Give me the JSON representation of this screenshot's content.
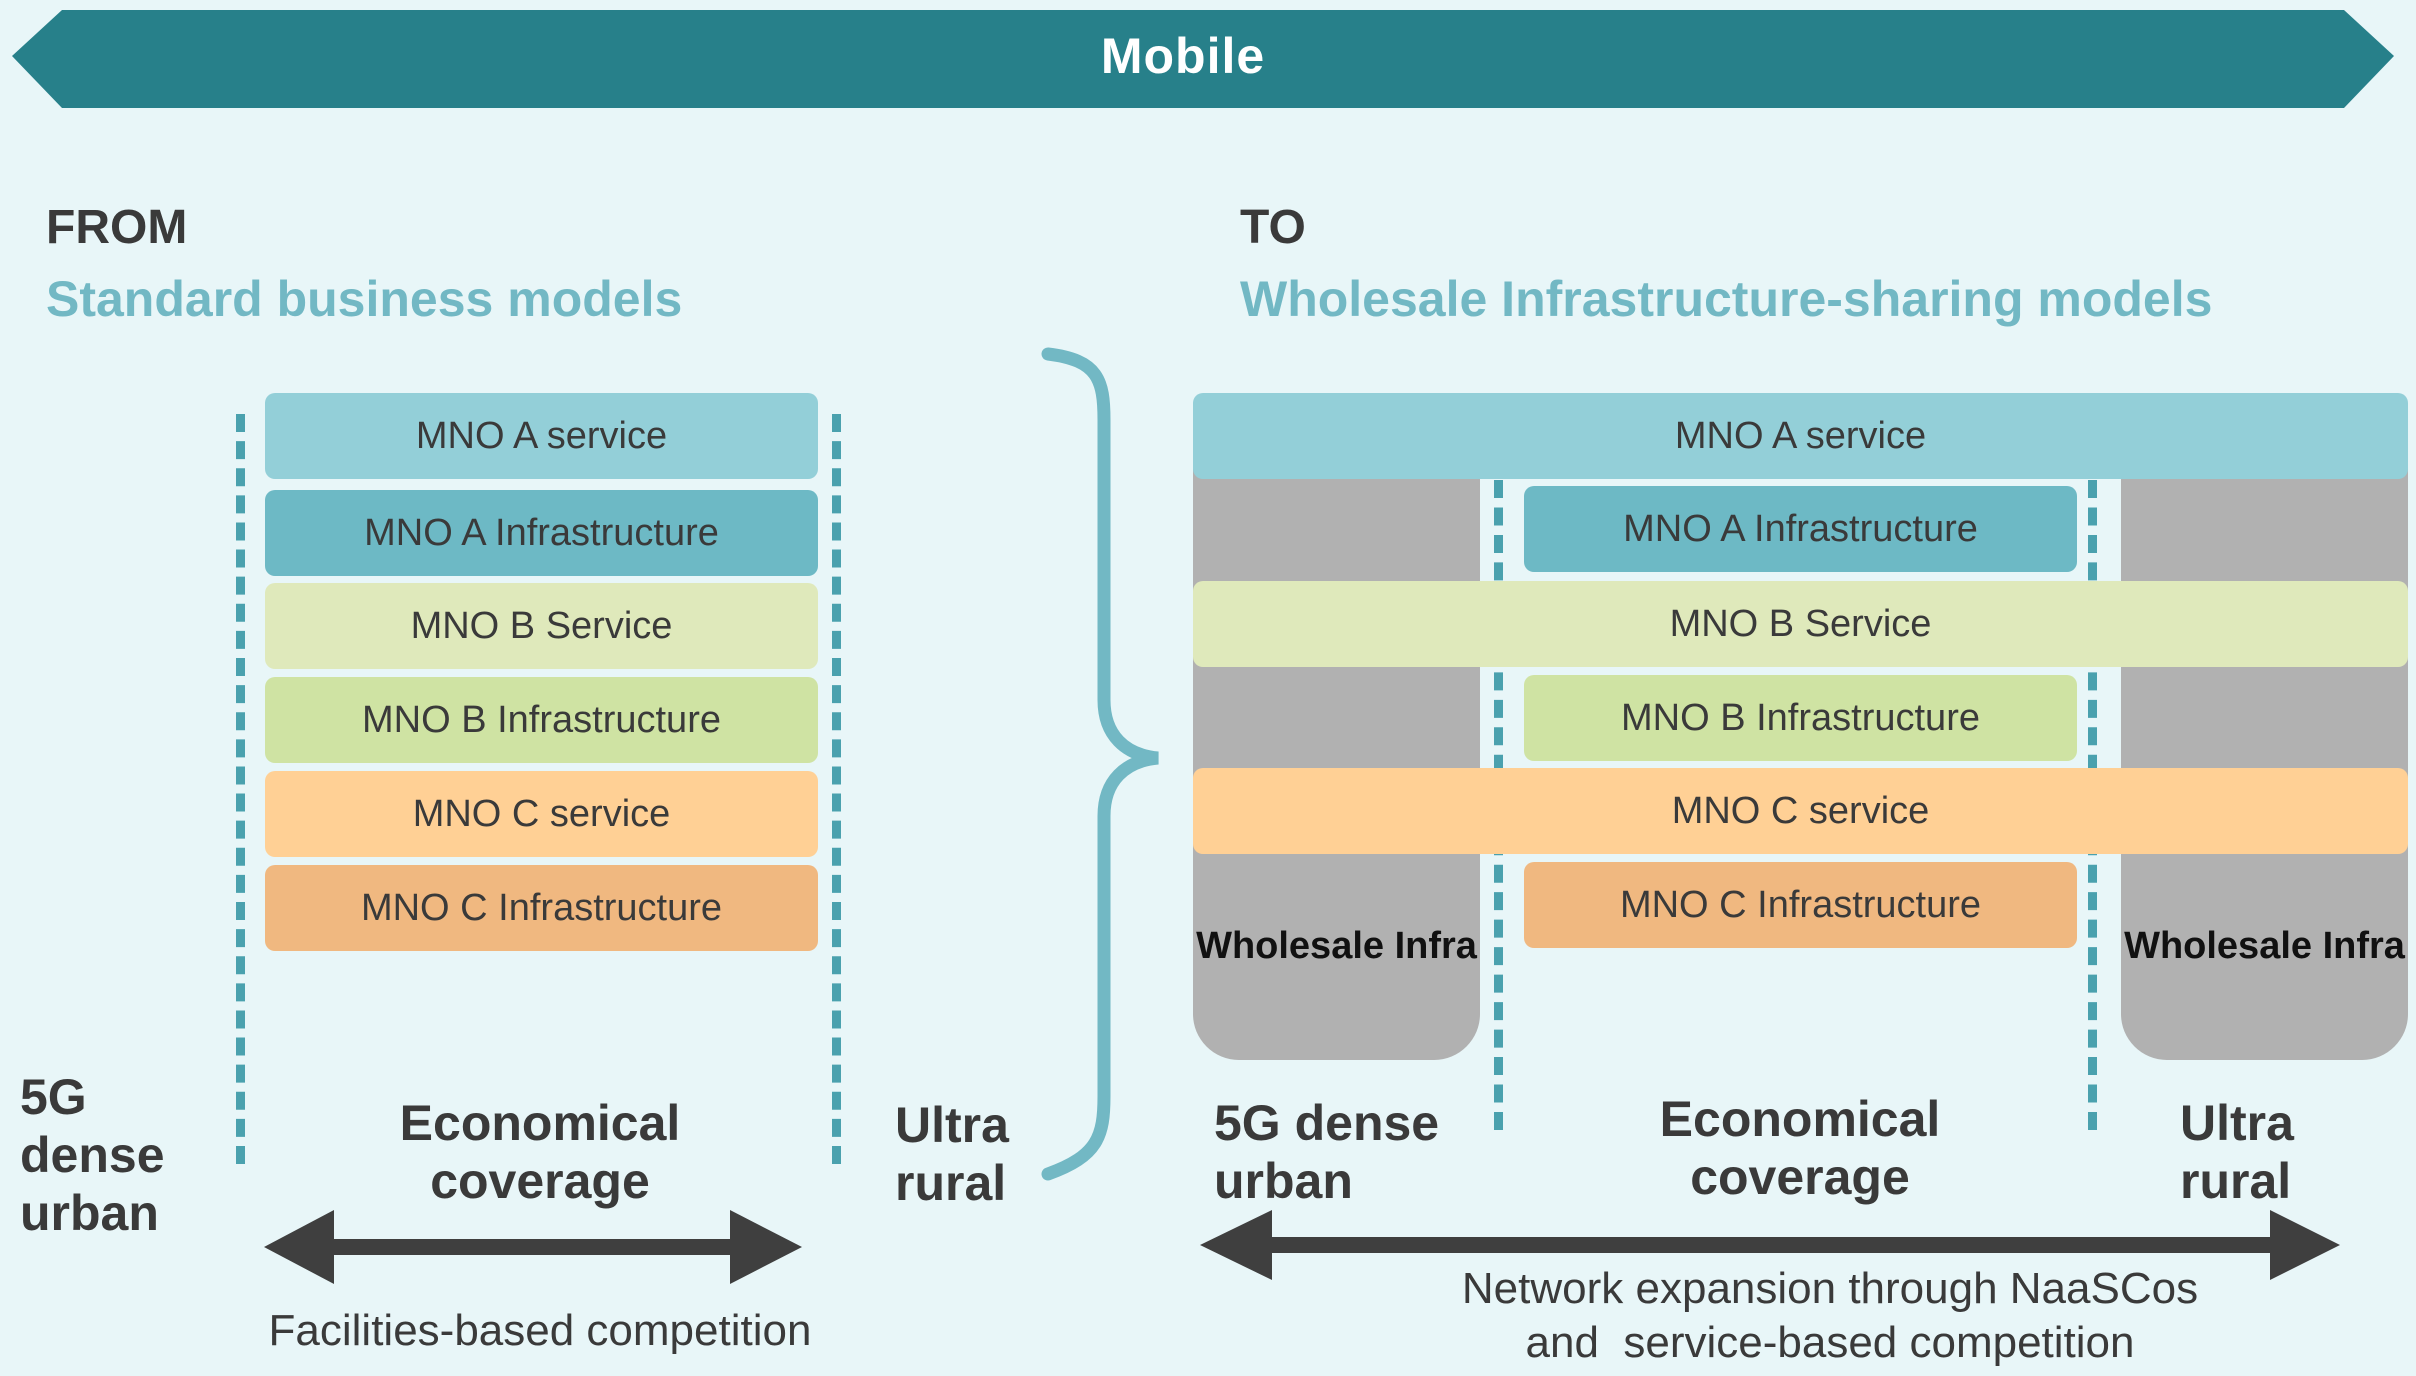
{
  "banner": {
    "title": "Mobile"
  },
  "from": {
    "heading": "FROM",
    "subheading": "Standard business models",
    "bars": [
      "MNO A service",
      "MNO A Infrastructure",
      "MNO B Service",
      "MNO B Infrastructure",
      "MNO C service",
      "MNO C Infrastructure"
    ],
    "left_label": "5G dense urban",
    "center_label": "Economical coverage",
    "right_label": "Ultra rural",
    "caption": "Facilities-based competition"
  },
  "to": {
    "heading": "TO",
    "subheading": "Wholesale Infrastructure-sharing models",
    "bars": [
      "MNO A service",
      "MNO A Infrastructure",
      "MNO B Service",
      "MNO B Infrastructure",
      "MNO C service",
      "MNO C Infrastructure"
    ],
    "wholesale_left": "Wholesale Infra",
    "wholesale_right": "Wholesale Infra",
    "left_label": "5G dense urban",
    "center_label": "Economical coverage",
    "right_label": "Ultra rural",
    "caption_line1": "Network expansion through NaaSCos",
    "caption_line2": "and  service-based competition"
  },
  "colors": {
    "banner": "#27808a",
    "background": "#e8f6f8",
    "service_a": "#93cfd8",
    "infra_a": "#6db9c5",
    "service_b": "#dfe9bb",
    "infra_b": "#cfe3a3",
    "service_c": "#ffd095",
    "infra_c": "#f0b880",
    "wholesale": "#b1b1b1",
    "accent": "#72b8c4",
    "arrow": "#3f3f3f"
  }
}
